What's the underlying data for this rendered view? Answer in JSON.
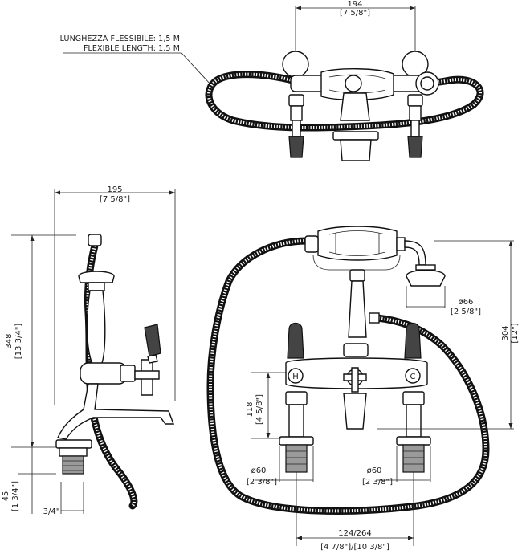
{
  "top_view": {
    "width_mm": "194",
    "width_in": "[7 5/8\"]",
    "hose_note_it": "LUNGHEZZA FLESSIBILE: 1,5 M",
    "hose_note_en": "FLEXIBLE LENGTH: 1,5 M"
  },
  "side_view": {
    "spout_mm": "195",
    "spout_in": "[7 5/8\"]",
    "height_mm": "348",
    "height_in": "[13 3/4\"]",
    "shank_mm": "45",
    "shank_in": "[1 3/4\"]",
    "thread": "3/4\""
  },
  "front_view": {
    "shower_head_mm": "ø66",
    "shower_head_in": "[2 5/8\"]",
    "cradle_mm": "304",
    "cradle_in": "[12\"]",
    "body_mm": "118",
    "body_in": "[4 5/8\"]",
    "left_base_mm": "ø60",
    "left_base_in": "[2 3/8\"]",
    "right_base_mm": "ø60",
    "right_base_in": "[2 3/8\"]",
    "centers_mm": "124/264",
    "centers_in": "[4 7/8\"]/[10 3/8\"]",
    "hot_mark": "H",
    "cold_mark": "C"
  }
}
